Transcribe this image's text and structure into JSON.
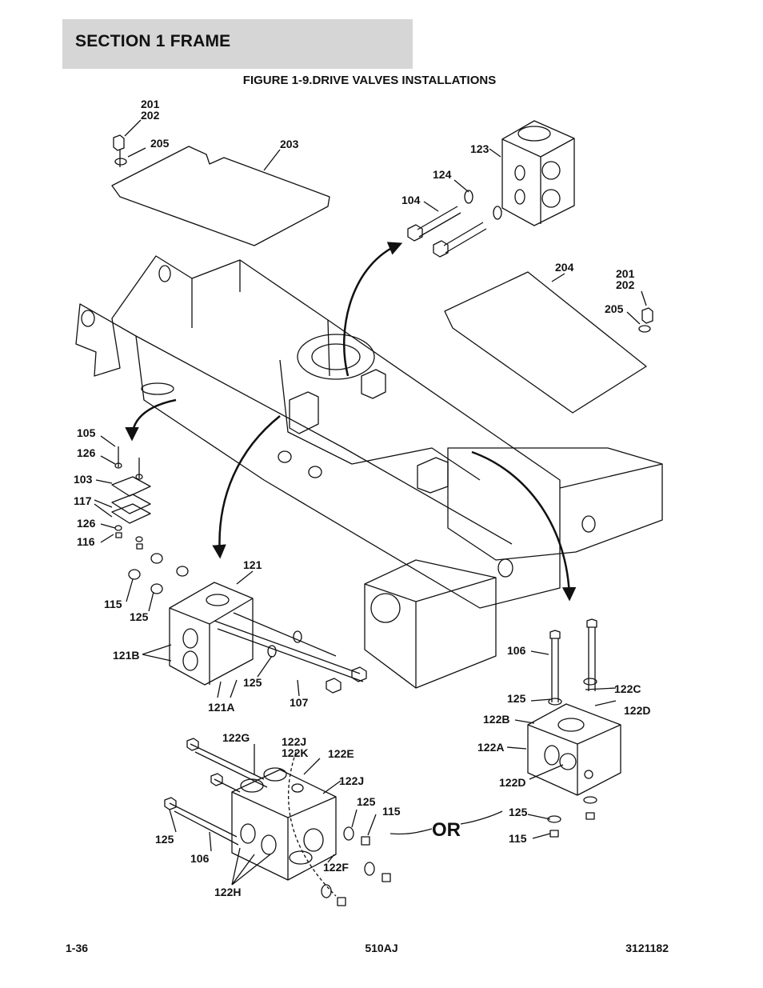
{
  "header": {
    "section_title": "SECTION 1  FRAME",
    "figure_title": "FIGURE 1-9.DRIVE VALVES INSTALLATIONS"
  },
  "callouts": {
    "c201a": "201",
    "c202a": "202",
    "c205a": "205",
    "c203": "203",
    "c123": "123",
    "c124": "124",
    "c104": "104",
    "c204": "204",
    "c201b": "201",
    "c202b": "202",
    "c205b": "205",
    "c105": "105",
    "c126a": "126",
    "c103": "103",
    "c117": "117",
    "c126b": "126",
    "c116": "116",
    "c121": "121",
    "c115a": "115",
    "c125a": "125",
    "c121b": "121B",
    "c125b": "125",
    "c107": "107",
    "c121a": "121A",
    "c106a": "106",
    "c122c": "122C",
    "c125c": "125",
    "c122d_top": "122D",
    "c122b": "122B",
    "c122a": "122A",
    "c122d": "122D",
    "c125d": "125",
    "c115b": "115",
    "c122g": "122G",
    "c122j_top": "122J",
    "c122k": "122K",
    "c122e": "122E",
    "c122j": "122J",
    "c125e": "125",
    "c115c": "115",
    "c125f": "125",
    "c106b": "106",
    "c122f": "122F",
    "c122h": "122H",
    "or": "OR"
  },
  "footer": {
    "page": "1-36",
    "model": "510AJ",
    "doc_number": "3121182"
  }
}
